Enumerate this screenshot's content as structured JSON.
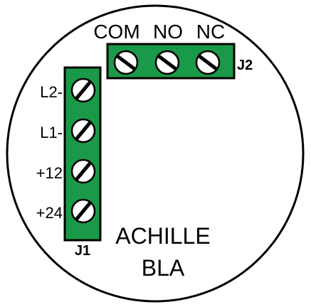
{
  "terminals_j2": {
    "id": "J2",
    "labels": [
      "COM",
      "NO",
      "NC"
    ]
  },
  "terminals_j1": {
    "id": "J1",
    "labels": [
      "L2-",
      "L1-",
      "+12",
      "+24"
    ]
  },
  "device": {
    "name_line1": "ACHILLE",
    "name_line2": "BLA"
  },
  "colors": {
    "board_green": "#1a9a48",
    "outline": "#000000",
    "screw_fill": "#ffffff",
    "background": "#ffffff"
  },
  "icons": {
    "screw": "screw-terminal-icon"
  }
}
